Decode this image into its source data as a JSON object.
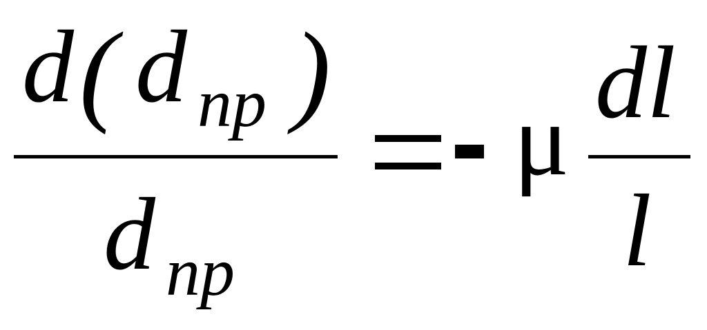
{
  "formula": {
    "numerator": {
      "d": "d",
      "open_paren": "(",
      "inner_d": "d",
      "inner_subscript": "np",
      "close_paren": ")"
    },
    "denominator": {
      "d": "d",
      "subscript": "np"
    },
    "equals": "=",
    "minus": "-",
    "mu": "μ",
    "right_fraction": {
      "numerator": "dl",
      "denominator": "l"
    }
  },
  "colors": {
    "ink": "#000000",
    "background": "#ffffff"
  }
}
